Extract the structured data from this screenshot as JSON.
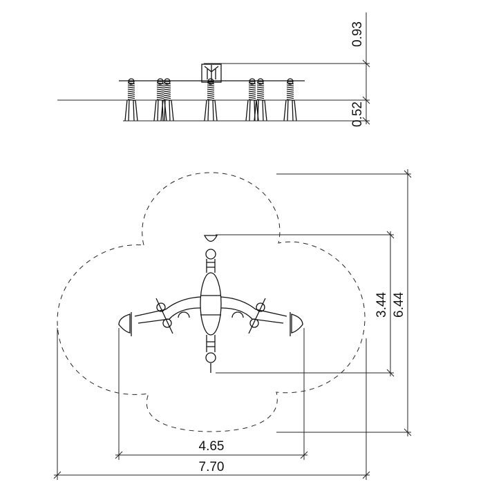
{
  "side_view": {
    "dimensions": {
      "top_height": "0.93",
      "base_height": "0.52"
    }
  },
  "plan_view": {
    "dimensions": {
      "equipment_width": "4.65",
      "safety_zone_width": "7.70",
      "equipment_depth": "3.44",
      "safety_zone_depth": "6.44"
    }
  }
}
